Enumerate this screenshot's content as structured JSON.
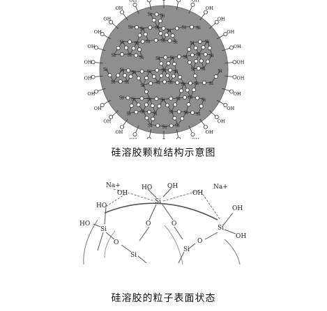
{
  "figure1": {
    "caption": "硅溶胶颗粒结构示意图",
    "atom_labels": {
      "silicon": "Si",
      "hydroxyl": "OH"
    }
  },
  "figure2": {
    "caption": "硅溶胶的粒子表面状态",
    "labels": {
      "sodium_left": "Na+",
      "sodium_right": "Na+",
      "oh_near_na_left": "OH",
      "oh_top_left": "HO",
      "oh_top_right": "OH",
      "oh_near_na_right": "OH",
      "oh_left_upper": "HO",
      "oh_left_lower": "HO",
      "oh_right_upper": "OH",
      "oh_right_lower": "OH",
      "si_top": "Si",
      "si_left": "Si",
      "si_center_left": "Si",
      "si_center_right": "Si",
      "si_right": "Si",
      "o_left": "O",
      "o_mid_left": "O",
      "o_mid_right": "O",
      "o_right": "O"
    }
  }
}
